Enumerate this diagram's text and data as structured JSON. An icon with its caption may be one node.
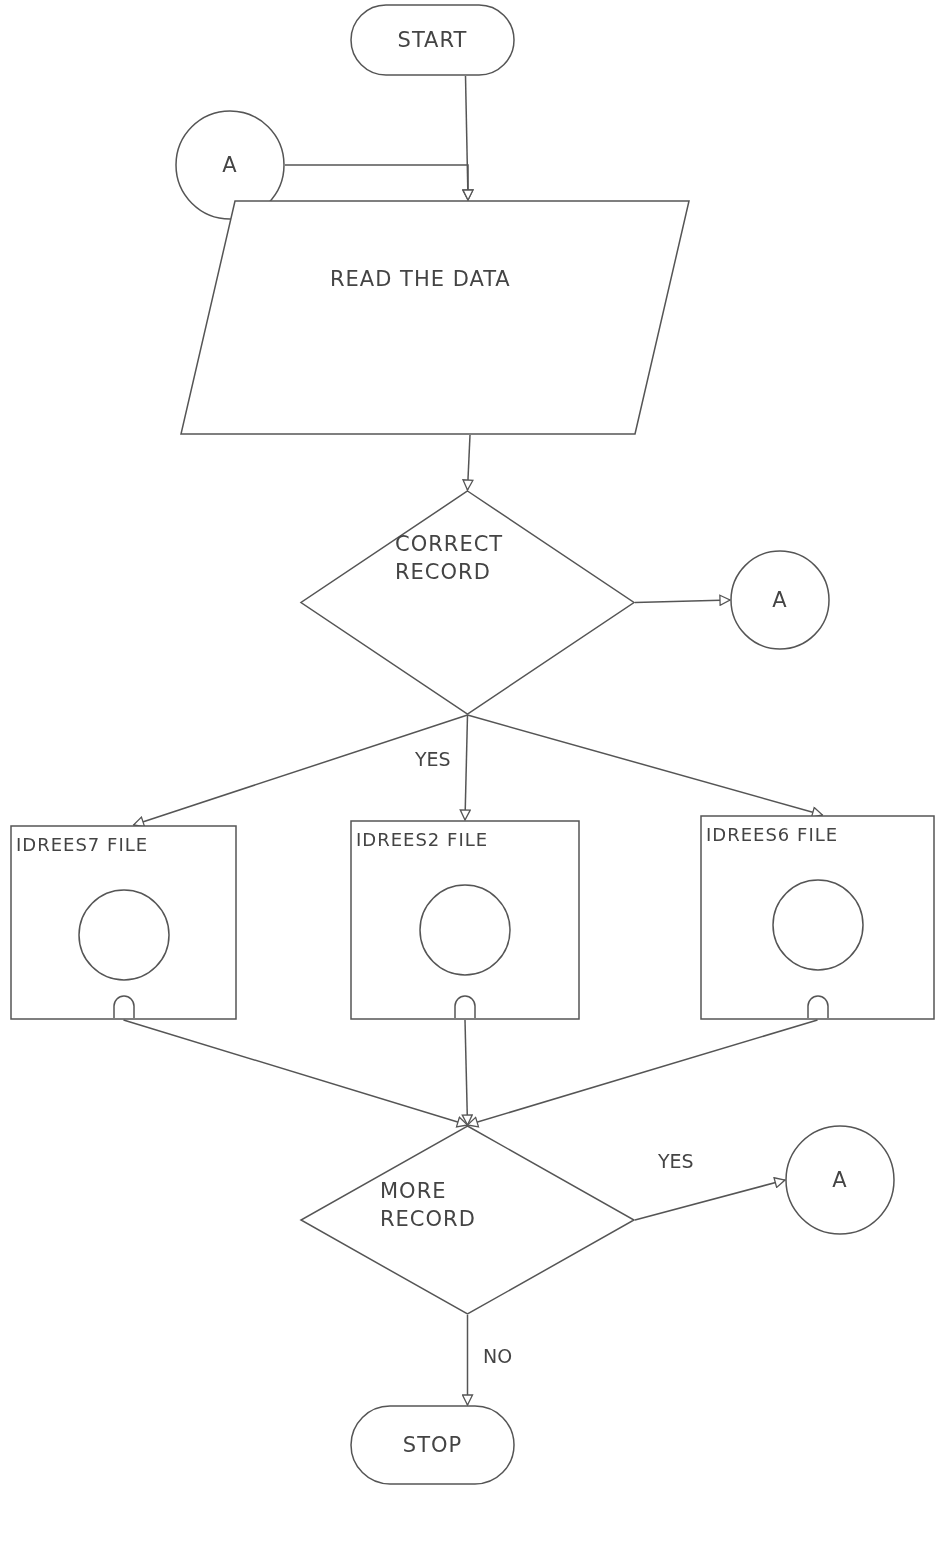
{
  "diagram": {
    "nodes": [
      {
        "text": [
          "START"
        ]
      },
      {
        "text": [
          "A"
        ]
      },
      {
        "text": [
          "READ THE DATA"
        ]
      },
      {
        "text": [
          "CORRECT RECORD"
        ]
      },
      {
        "text": [
          "A"
        ]
      },
      {
        "text": [
          "IDREES7 FILE"
        ]
      },
      {
        "text": [
          "IDREES2 FILE"
        ]
      },
      {
        "text": [
          "IDREES6 FILE"
        ]
      },
      {
        "text": [
          "MORE RECORD"
        ]
      },
      {
        "text": [
          "A"
        ]
      },
      {
        "text": [
          "STOP"
        ]
      }
    ],
    "edges": [
      {
        "from": 0,
        "to": 2,
        "arrow": "to"
      },
      {
        "from": 1,
        "to": 2,
        "arrow": "to"
      },
      {
        "from": 2,
        "to": 3,
        "arrow": "to"
      },
      {
        "from": 3,
        "to": 4,
        "arrow": "to"
      },
      {
        "from": 3,
        "to": 5,
        "arrow": "to"
      },
      {
        "from": 3,
        "to": 6,
        "arrow": "to",
        "label": "YES"
      },
      {
        "from": 3,
        "to": 7,
        "arrow": "to"
      },
      {
        "from": 5,
        "to": 8,
        "arrow": "to"
      },
      {
        "from": 6,
        "to": 8,
        "arrow": "to"
      },
      {
        "from": 7,
        "to": 8,
        "arrow": "to"
      },
      {
        "from": 8,
        "to": 9,
        "arrow": "to",
        "label": "YES"
      },
      {
        "from": 8,
        "to": 10,
        "arrow": "to",
        "label": "NO"
      }
    ]
  }
}
